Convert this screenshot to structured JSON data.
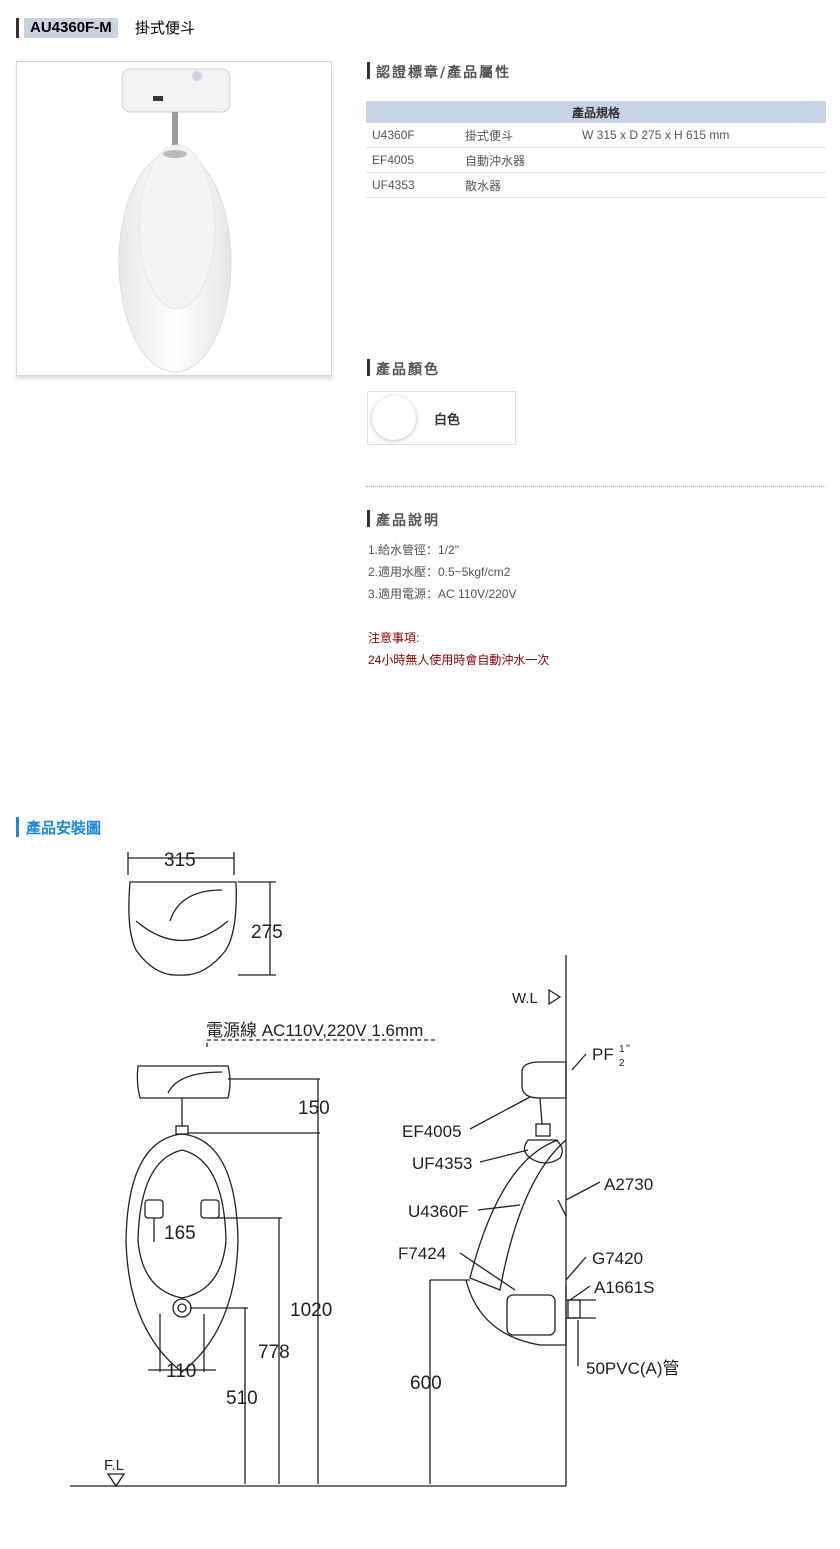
{
  "header": {
    "model_code": "AU4360F-M",
    "model_name": "掛式便斗"
  },
  "certifications": {
    "title": "認證標章/產品屬性"
  },
  "spec_table": {
    "header": "產品規格",
    "rows": [
      {
        "code": "U4360F",
        "name": "掛式便斗",
        "dims": "W 315 x D 275 x H 615 mm"
      },
      {
        "code": "EF4005",
        "name": "自動沖水器",
        "dims": ""
      },
      {
        "code": "UF4353",
        "name": "散水器",
        "dims": ""
      }
    ]
  },
  "colors": {
    "title": "產品顏色",
    "swatch_label": "白色",
    "swatch_color": "#ffffff"
  },
  "description": {
    "title": "產品說明",
    "lines": [
      "1.給水管徑：1/2\"",
      "2.適用水壓：0.5~5kgf/cm2",
      "3.適用電源：AC 110V/220V"
    ],
    "note_title": "注意事項:",
    "note_text": "24小時無人使用時會自動沖水一次"
  },
  "installation": {
    "title": "產品安裝圖",
    "labels": {
      "width": "315",
      "depth": "275",
      "power": "電源線 AC110V,220V   1.6mm",
      "h150": "150",
      "w165": "165",
      "h1020": "1020",
      "h778": "778",
      "w110": "110",
      "h510": "510",
      "fl": "F.L",
      "wl": "W.L",
      "pf": "PF",
      "pf_frac_top": "1",
      "pf_frac_bot": "2",
      "pf_quote": "\"",
      "ef4005": "EF4005",
      "uf4353": "UF4353",
      "u4360f": "U4360F",
      "f7424": "F7424",
      "a2730": "A2730",
      "g7420": "G7420",
      "a1661s": "A1661S",
      "h600": "600",
      "pvc": "50PVC(A)管"
    }
  }
}
